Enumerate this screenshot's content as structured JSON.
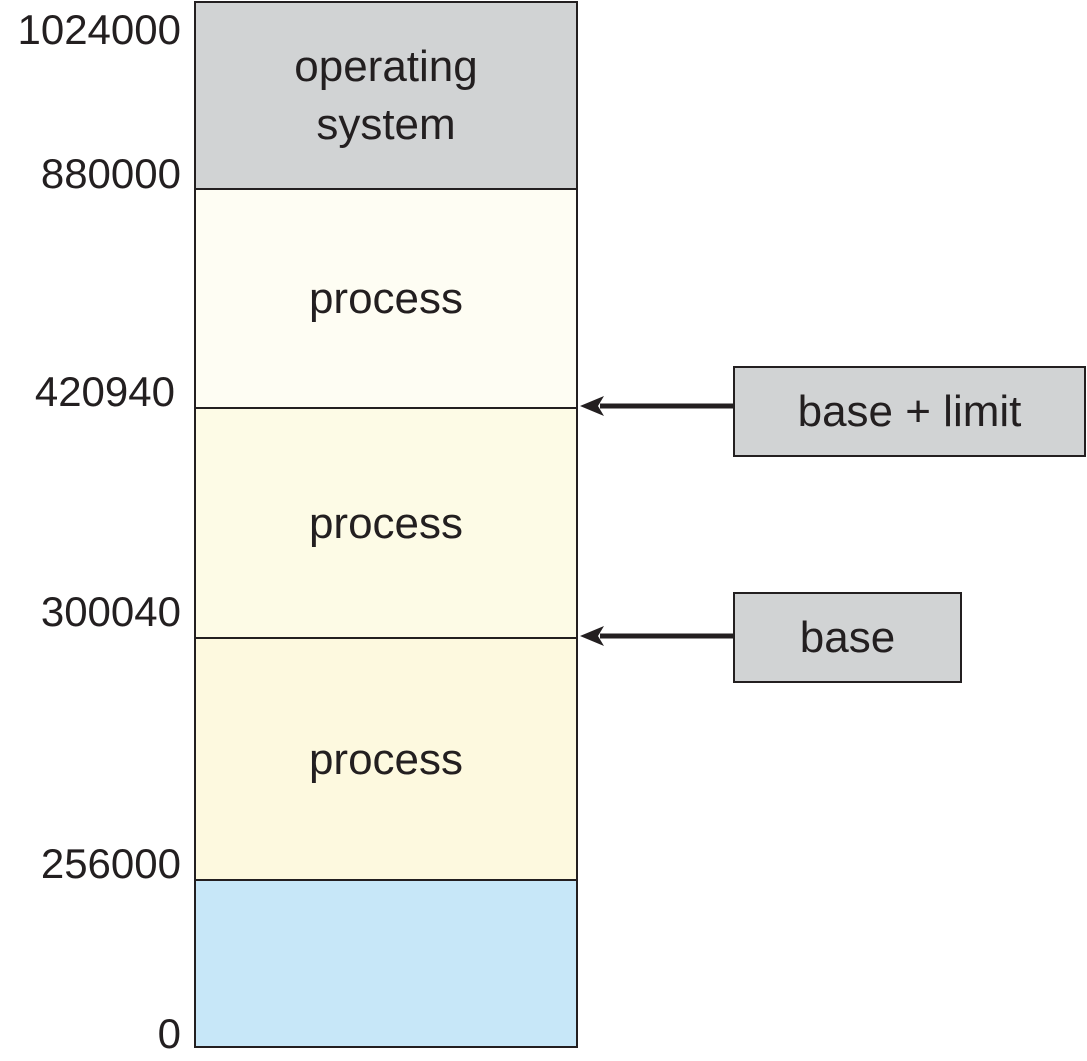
{
  "colors": {
    "os_region": "#d1d3d4",
    "process_top": "#fefdf3",
    "process_middle": "#fdfbe6",
    "process_bottom": "#fdf9df",
    "free_region": "#c7e7f8",
    "register_box": "#d1d3d4",
    "line": "#231f20"
  },
  "regions": {
    "os": "operating\nsystem",
    "process_top": "process",
    "process_middle": "process",
    "process_bottom": "process",
    "free": ""
  },
  "addresses": {
    "a1024000": "1024000",
    "a880000": "880000",
    "a420940": "420940",
    "a300040": "300040",
    "a256000": "256000",
    "a0": "0"
  },
  "registers": {
    "base_limit": "base + limit",
    "base": "base"
  },
  "icons": {
    "arrow": "left-arrow-icon"
  }
}
